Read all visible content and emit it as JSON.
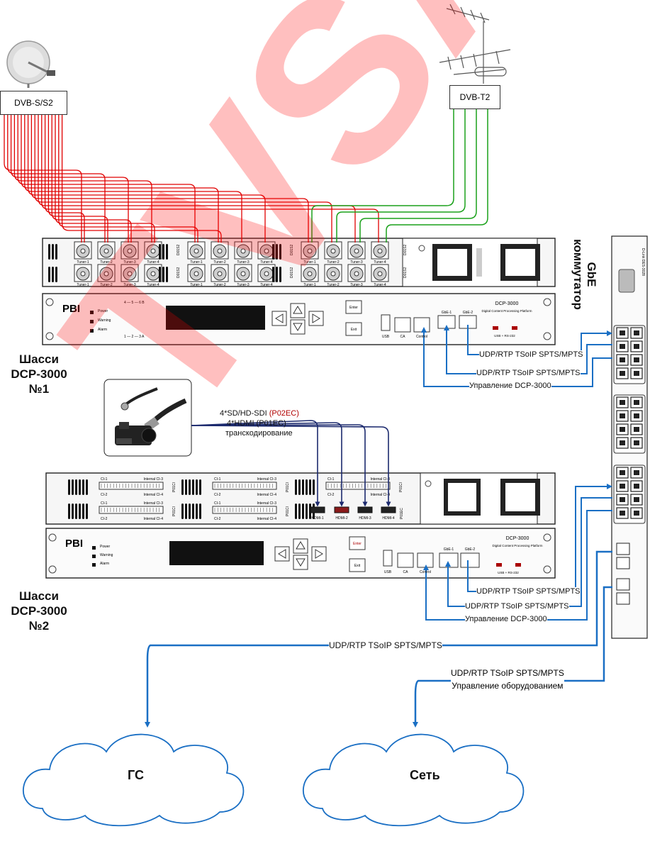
{
  "sources": {
    "satellite": "DVB-S/S2",
    "terrestrial": "DVB-T2"
  },
  "chassis1": {
    "label_line1": "Шасси",
    "label_line2": "DCP-3000 №1",
    "brand": "PBI",
    "model": "DCP-3000",
    "subtitle": "Digital Content Processing Platform",
    "module_tag": "D01S2",
    "tuners": [
      "Tuner-1",
      "Tuner-2",
      "Tuner-3",
      "Tuner-4"
    ],
    "leds": [
      "Power",
      "Warning",
      "Alarm"
    ],
    "slot_top": "4 — 5 — 6 B",
    "slot_bottom": "1 — 2 — 3 A",
    "enter": "Enter",
    "exit": "Exit",
    "ports": [
      "USB",
      "CA",
      "Control",
      "GbE-1",
      "GbE-2",
      "USB + RS-232"
    ]
  },
  "chassis2": {
    "label_line1": "Шасси",
    "label_line2": "DCP-3000 №2",
    "brand": "PBI",
    "model": "DCP-3000",
    "subtitle": "Digital Content Processing Platform",
    "ci_labels": [
      "CI-1",
      "CI-2",
      "Internal CI-3",
      "Internal CI-4"
    ],
    "ci_tag": "P01CI",
    "hdmi_tag": "P01EC",
    "hdmi": [
      "HDMI-1",
      "HDMI-2",
      "HDMI-3",
      "HDMI-4"
    ],
    "leds": [
      "Power",
      "Warning",
      "Alarm"
    ],
    "enter": "Enter",
    "exit": "Exit",
    "ports": [
      "USB",
      "CA",
      "Control",
      "GbE-1",
      "GbE-2",
      "USB + RS-232"
    ]
  },
  "camera_input": {
    "line1_prefix": "4*SD/HD-SDI ",
    "line1_code": "(P02EC)",
    "line2": "4*HDMI (P01EC)",
    "line3": "транскодирование"
  },
  "switch": {
    "label_line1": "GbE",
    "label_line2": "коммутатор",
    "device_name": "D-Link DES-3028"
  },
  "links": {
    "c1_gbe1": "UDP/RTP TSoIP SPTS/MPTS",
    "c1_gbe2": "UDP/RTP TSoIP SPTS/MPTS",
    "c1_control": "Управление DCP-3000",
    "c2_gbe1": "UDP/RTP TSoIP SPTS/MPTS",
    "c2_gbe2": "UDP/RTP TSoIP SPTS/MPTS",
    "c2_control": "Управление DCP-3000",
    "to_gs": "UDP/RTP TSoIP SPTS/MPTS",
    "to_net_line1": "UDP/RTP TSoIP SPTS/MPTS",
    "to_net_line2": "Управление оборудованием"
  },
  "clouds": {
    "gs": "ГС",
    "net": "Сеть"
  },
  "watermark": "TVSAT.RU",
  "colors": {
    "dvbs_cable": "#e00000",
    "dvbt_cable": "#1aa11a",
    "network": "#1a6fc4",
    "camera_cable": "#1c2a6e"
  }
}
